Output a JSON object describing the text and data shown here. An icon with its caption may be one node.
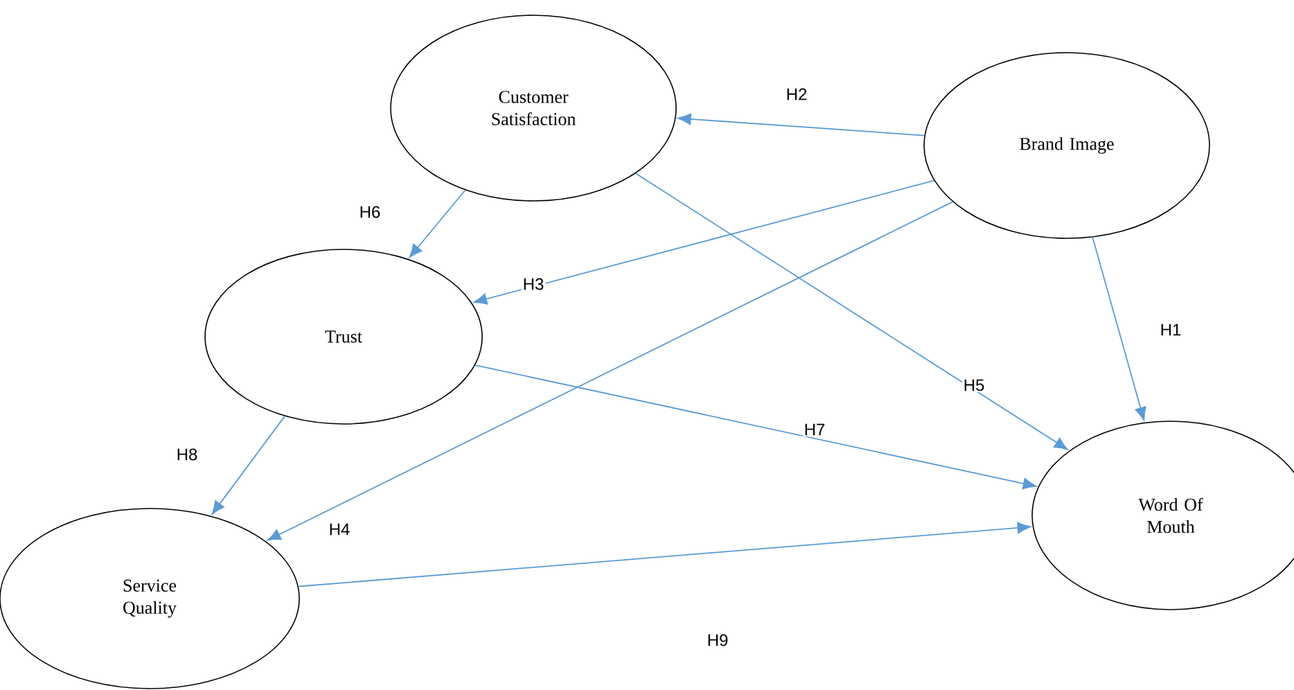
{
  "diagram": {
    "nodes": [
      {
        "text": [
          "Customer Satisfaction"
        ]
      },
      {
        "text": [
          "Brand Image"
        ]
      },
      {
        "text": [
          "Trust"
        ]
      },
      {
        "text": [
          "Word Of Mouth"
        ]
      },
      {
        "text": [
          "Service Quality"
        ]
      }
    ],
    "edges": [
      {
        "from": 1,
        "to": 0,
        "arrow": "to",
        "label": "H2"
      },
      {
        "from": 0,
        "to": 2,
        "arrow": "to",
        "label": "H6"
      },
      {
        "from": 1,
        "to": 2,
        "arrow": "to",
        "label": "H3"
      },
      {
        "from": 1,
        "to": 3,
        "arrow": "to",
        "label": "H1"
      },
      {
        "from": 0,
        "to": 3,
        "arrow": "to",
        "label": "H5"
      },
      {
        "from": 2,
        "to": 3,
        "arrow": "to",
        "label": "H7"
      },
      {
        "from": 2,
        "to": 4,
        "arrow": "to",
        "label": "H8"
      },
      {
        "from": 1,
        "to": 4,
        "arrow": "to",
        "label": "H4"
      },
      {
        "from": 4,
        "to": 3,
        "arrow": "to",
        "label": "H9"
      }
    ]
  }
}
